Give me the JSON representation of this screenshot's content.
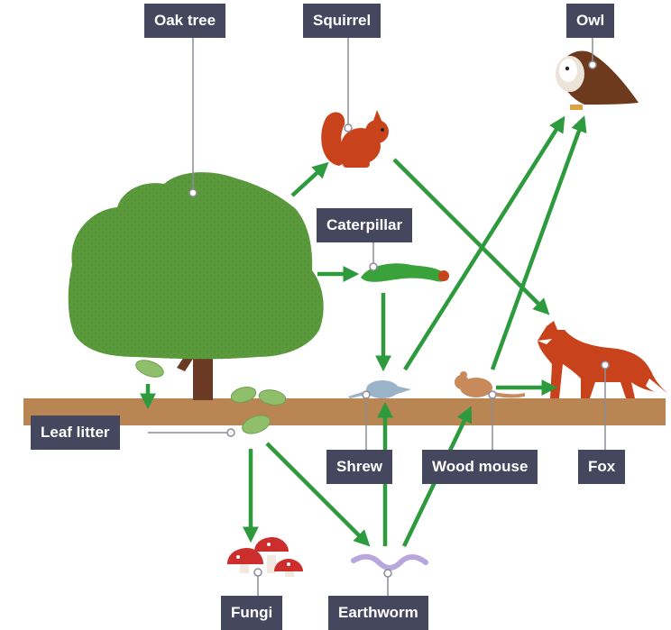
{
  "labels": {
    "oak_tree": "Oak tree",
    "squirrel": "Squirrel",
    "owl": "Owl",
    "caterpillar": "Caterpillar",
    "leaf_litter": "Leaf litter",
    "shrew": "Shrew",
    "wood_mouse": "Wood mouse",
    "fox": "Fox",
    "fungi": "Fungi",
    "earthworm": "Earthworm"
  },
  "arrows": [
    {
      "from": "Oak tree",
      "to": "Squirrel"
    },
    {
      "from": "Oak tree",
      "to": "Caterpillar"
    },
    {
      "from": "Oak tree",
      "to": "Leaf litter"
    },
    {
      "from": "Caterpillar",
      "to": "Shrew"
    },
    {
      "from": "Squirrel",
      "to": "Fox"
    },
    {
      "from": "Shrew",
      "to": "Owl"
    },
    {
      "from": "Wood mouse",
      "to": "Owl"
    },
    {
      "from": "Wood mouse",
      "to": "Fox"
    },
    {
      "from": "Leaf litter",
      "to": "Fungi"
    },
    {
      "from": "Leaf litter",
      "to": "Earthworm"
    },
    {
      "from": "Earthworm",
      "to": "Shrew"
    },
    {
      "from": "Earthworm",
      "to": "Wood mouse"
    }
  ],
  "colors": {
    "arrow": "#2e9a3e",
    "label_bg": "#45475e",
    "label_text": "#ffffff",
    "soil": "#b98553",
    "tree_canopy": "#5a9a3c",
    "tree_trunk": "#6b3a24",
    "leader_line": "#8c8c99"
  }
}
